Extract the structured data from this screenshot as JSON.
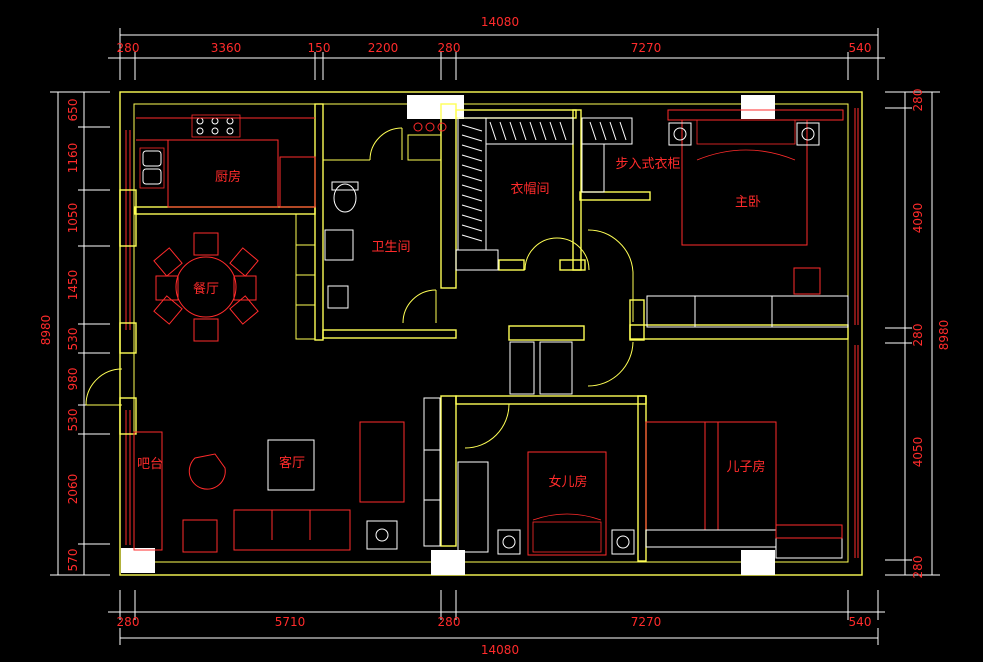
{
  "dimensions": {
    "top_total": "14080",
    "top_segments": [
      "280",
      "3360",
      "150",
      "2200",
      "280",
      "7270",
      "540"
    ],
    "bottom_total": "14080",
    "bottom_segments": [
      "280",
      "5710",
      "280",
      "7270",
      "540"
    ],
    "left_total": "8980",
    "left_segments": [
      "650",
      "1160",
      "1050",
      "1450",
      "530",
      "980",
      "530",
      "2060",
      "570"
    ],
    "right_total": "8980",
    "right_segments": [
      "280",
      "4090",
      "280",
      "4050",
      "280"
    ]
  },
  "rooms": {
    "kitchen": "厨房",
    "dining": "餐厅",
    "bathroom": "卫生间",
    "cloakroom": "衣帽间",
    "walkin_closet": "步入式衣柜",
    "master_bedroom": "主卧",
    "living_room": "客厅",
    "bar": "吧台",
    "daughter_room": "女儿房",
    "son_room": "儿子房"
  },
  "colors": {
    "background": "#000000",
    "dimension_text": "#ff2b2b",
    "walls": "#ffff55",
    "furniture": "#ff2b2b",
    "dimension_lines": "#ffffff",
    "columns": "#ffffff"
  }
}
